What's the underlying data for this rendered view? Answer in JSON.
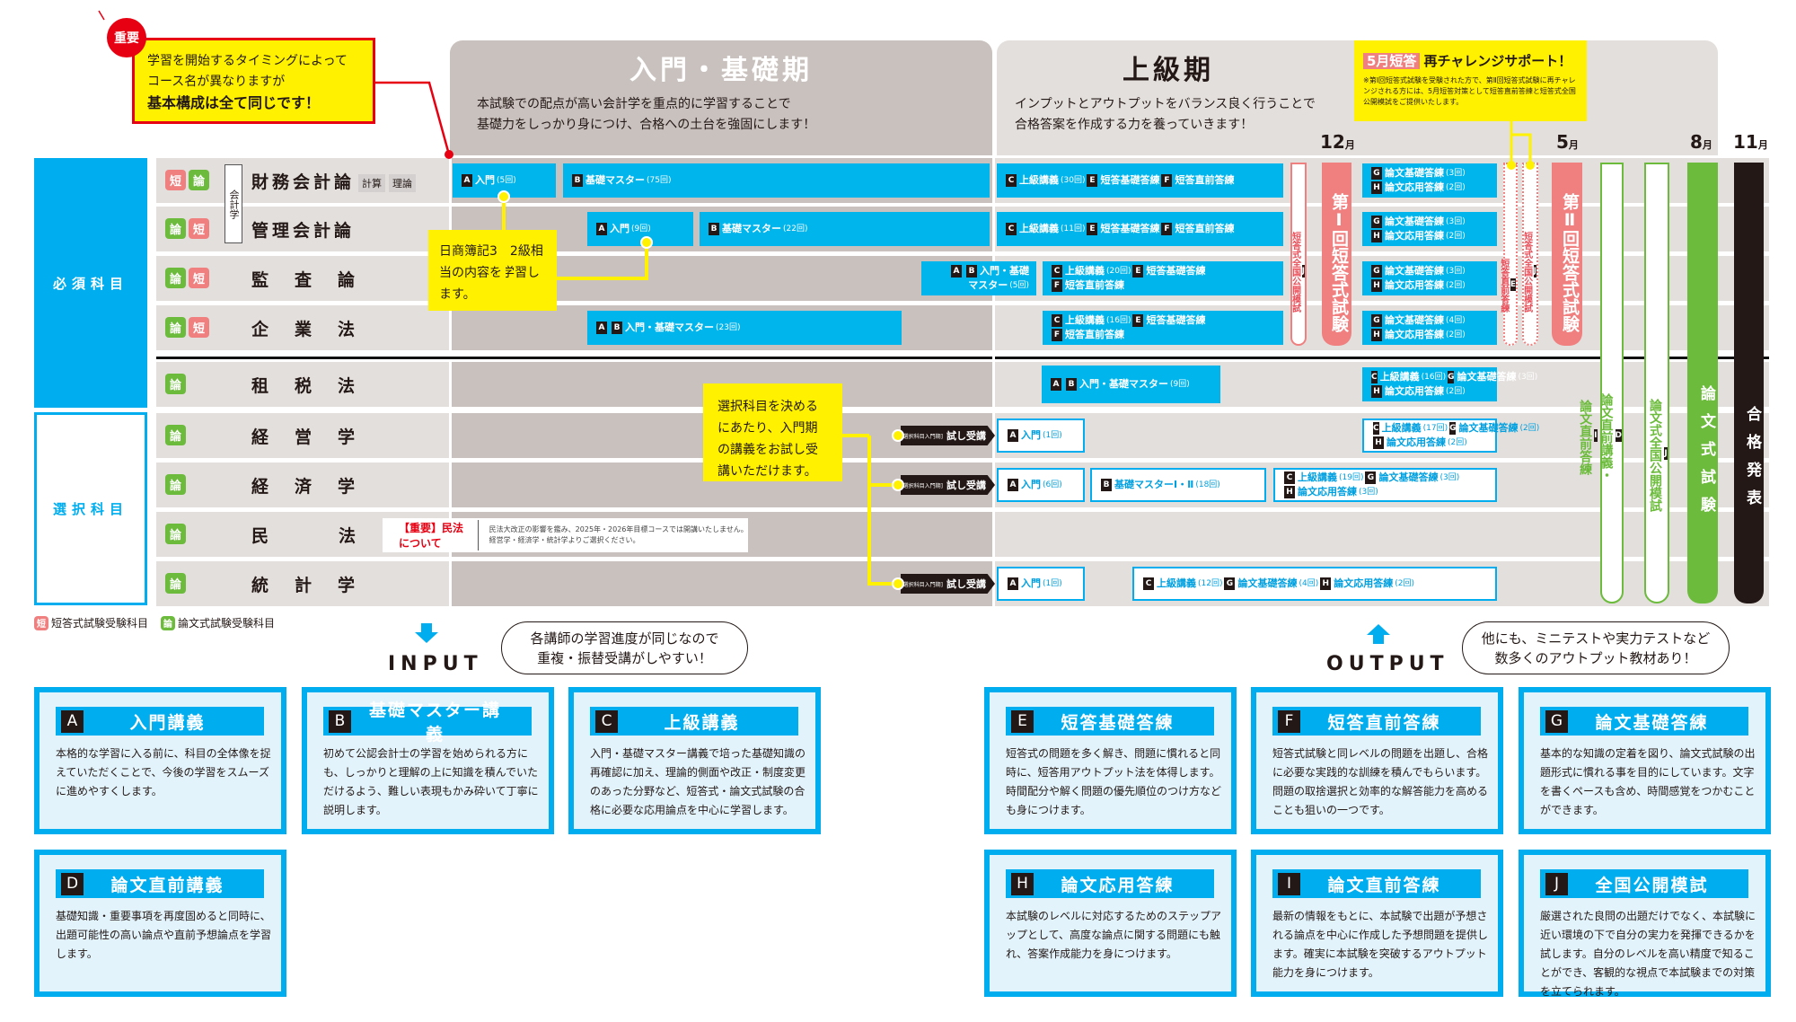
{
  "important_callout": {
    "badge": "重要",
    "line1": "学習を開始するタイミングによって",
    "line2": "コース名が異なりますが",
    "line3": "基本構成は全て同じです！"
  },
  "phases": {
    "intro": {
      "title": "入門・基礎期",
      "desc1": "本試験での配点が高い会計学を重点的に学習することで",
      "desc2": "基礎力をしっかり身につけ、合格への土台を強固にします！"
    },
    "advanced": {
      "title": "上級期",
      "desc1": "インプットとアウトプットをバランス良く行うことで",
      "desc2": "合格答案を作成する力を養っていきます！"
    }
  },
  "support": {
    "tag": "5月短答",
    "title": "再チャレンジサポート！",
    "note": "※第Ⅰ回短答式試験を受験された方で、第Ⅱ回短答式試験に再チャレンジされる方には、5月短答対策として短答直前答練と短答式全国公開模試をご提供いたします。"
  },
  "months": [
    {
      "num": "12",
      "unit": "月"
    },
    {
      "num": "5",
      "unit": "月"
    },
    {
      "num": "8",
      "unit": "月"
    },
    {
      "num": "11",
      "unit": "月"
    }
  ],
  "categories": {
    "required": "必須科目",
    "elective": "選択科目"
  },
  "accounting_group": "会計学",
  "subjects": [
    {
      "name": "財務会計論",
      "tags": [
        "短",
        "論"
      ],
      "subs": [
        "計算",
        "理論"
      ]
    },
    {
      "name": "管理会計論",
      "tags": [
        "論",
        "短"
      ]
    },
    {
      "name": "監査論",
      "tags": [
        "論",
        "短"
      ]
    },
    {
      "name": "企業法",
      "tags": [
        "論",
        "短"
      ]
    },
    {
      "name": "租税法",
      "tags": [
        "論"
      ]
    },
    {
      "name": "経営学",
      "tags": [
        "論"
      ]
    },
    {
      "name": "経済学",
      "tags": [
        "論"
      ]
    },
    {
      "name": "民法",
      "tags": [
        "論"
      ]
    },
    {
      "name": "統計学",
      "tags": [
        "論"
      ]
    }
  ],
  "bars": [
    {
      "lines": [
        [
          {
            "k": "A",
            "t": "入門",
            "n": "(5回)"
          }
        ]
      ]
    },
    {
      "lines": [
        [
          {
            "k": "B",
            "t": "基礎マスター",
            "n": "(75回)"
          }
        ]
      ]
    },
    {
      "lines": [
        [
          {
            "k": "C",
            "t": "上級講義",
            "n": "(30回)"
          },
          {
            "k": "E",
            "t": "短答基礎答練"
          },
          {
            "k": "F",
            "t": "短答直前答練"
          }
        ]
      ]
    },
    {
      "lines": [
        [
          {
            "k": "G",
            "t": "論文基礎答練",
            "n": "(3回)"
          }
        ],
        [
          {
            "k": "H",
            "t": "論文応用答練",
            "n": "(2回)"
          }
        ]
      ]
    },
    {
      "lines": [
        [
          {
            "k": "A",
            "t": "入門",
            "n": "(9回)"
          }
        ]
      ]
    },
    {
      "lines": [
        [
          {
            "k": "B",
            "t": "基礎マスター",
            "n": "(22回)"
          }
        ]
      ]
    },
    {
      "lines": [
        [
          {
            "k": "C",
            "t": "上級講義",
            "n": "(11回)"
          },
          {
            "k": "E",
            "t": "短答基礎答練"
          },
          {
            "k": "F",
            "t": "短答直前答練"
          }
        ]
      ]
    },
    {
      "lines": [
        [
          {
            "k": "G",
            "t": "論文基礎答練",
            "n": "(3回)"
          }
        ],
        [
          {
            "k": "H",
            "t": "論文応用答練",
            "n": "(2回)"
          }
        ]
      ]
    },
    {
      "lines": [
        [
          {
            "k": "A"
          },
          {
            "k": "B",
            "t": "入門・基礎"
          }
        ],
        [
          {
            "t": "マスター",
            "n": "(5回)"
          }
        ]
      ]
    },
    {
      "lines": [
        [
          {
            "k": "C",
            "t": "上級講義",
            "n": "(20回)"
          },
          {
            "k": "E",
            "t": "短答基礎答練"
          }
        ],
        [
          {
            "k": "F",
            "t": "短答直前答練"
          }
        ]
      ]
    },
    {
      "lines": [
        [
          {
            "k": "G",
            "t": "論文基礎答練",
            "n": "(3回)"
          }
        ],
        [
          {
            "k": "H",
            "t": "論文応用答練",
            "n": "(2回)"
          }
        ]
      ]
    },
    {
      "lines": [
        [
          {
            "k": "A"
          },
          {
            "k": "B",
            "t": "入門・基礎マスター",
            "n": "(23回)"
          }
        ]
      ]
    },
    {
      "lines": [
        [
          {
            "k": "C",
            "t": "上級講義",
            "n": "(16回)"
          },
          {
            "k": "E",
            "t": "短答基礎答練"
          }
        ],
        [
          {
            "k": "F",
            "t": "短答直前答練"
          }
        ]
      ]
    },
    {
      "lines": [
        [
          {
            "k": "G",
            "t": "論文基礎答練",
            "n": "(4回)"
          }
        ],
        [
          {
            "k": "H",
            "t": "論文応用答練",
            "n": "(2回)"
          }
        ]
      ]
    },
    {
      "lines": [
        [
          {
            "k": "A"
          },
          {
            "k": "B",
            "t": "入門・基礎マスター",
            "n": "(9回)"
          }
        ]
      ]
    },
    {
      "lines": [
        [
          {
            "k": "C",
            "t": "上級講義",
            "n": "(16回)"
          },
          {
            "k": "G",
            "t": "論文基礎答練",
            "n": "(3回)"
          }
        ],
        [
          {
            "k": "H",
            "t": "論文応用答練",
            "n": "(2回)"
          }
        ]
      ]
    },
    {
      "lines": [
        [
          {
            "k": "A",
            "t": "入門",
            "n": "(1回)"
          }
        ]
      ]
    },
    {
      "lines": [
        [
          {
            "k": "C",
            "t": "上級講義",
            "n": "(17回)"
          },
          {
            "k": "G",
            "t": "論文基礎答練",
            "n": "(2回)"
          }
        ],
        [
          {
            "k": "H",
            "t": "論文応用答練",
            "n": "(2回)"
          }
        ]
      ]
    },
    {
      "lines": [
        [
          {
            "k": "A",
            "t": "入門",
            "n": "(6回)"
          }
        ]
      ]
    },
    {
      "lines": [
        [
          {
            "k": "B",
            "t": "基礎マスターⅠ・Ⅱ",
            "n": "(18回)"
          }
        ]
      ]
    },
    {
      "lines": [
        [
          {
            "k": "C",
            "t": "上級講義",
            "n": "(19回)"
          },
          {
            "k": "G",
            "t": "論文基礎答練",
            "n": "(3回)"
          }
        ],
        [
          {
            "k": "H",
            "t": "論文応用答練",
            "n": "(3回)"
          }
        ]
      ]
    },
    {
      "lines": [
        [
          {
            "k": "A",
            "t": "入門",
            "n": "(1回)"
          }
        ]
      ]
    },
    {
      "lines": [
        [
          {
            "k": "C",
            "t": "上級講義",
            "n": "(12回)"
          },
          {
            "k": "G",
            "t": "論文基礎答練",
            "n": "(4回)"
          },
          {
            "k": "H",
            "t": "論文応用答練",
            "n": "(2回)"
          }
        ]
      ]
    }
  ],
  "milestones": [
    {
      "k": "J",
      "t": "短答式全国公開模試"
    },
    {
      "t": "第Ⅰ回短答式試験"
    },
    {
      "k": "E",
      "t": "短答直前答練"
    },
    {
      "k": "J",
      "t": "短答式全国公開模試"
    },
    {
      "t": "第Ⅱ回短答式試験"
    },
    {
      "k": "D",
      "t": "論文直前講義・",
      "k2": "I",
      "t2": "論文直前答練"
    },
    {
      "k": "J",
      "t": "論文式全国公開模試"
    },
    {
      "t": "論文式試験"
    },
    {
      "t": "合格発表"
    }
  ],
  "notes": {
    "boki": "日商簿記3・2級相当の内容を学習します。",
    "trial": "選択科目を決めるにあたり、入門期の講義をお試し受講いただけます。",
    "trial_tag_small": "[選択科目入門期]",
    "trial_tag": "試し受講",
    "civil_title": "【重要】民法について",
    "civil_body": "民法大改正の影響を鑑み、2025年・2026年目標コースでは開講いたしません。経営学・経済学・統計学よりご選択ください。"
  },
  "legend": [
    {
      "tag": "短",
      "label": "短答式試験受験科目"
    },
    {
      "tag": "論",
      "label": "論文式試験受験科目"
    }
  ],
  "input": {
    "label": "INPUT",
    "bubble1": "各講師の学習進度が同じなので",
    "bubble2": "重複・振替受講がしやすい！"
  },
  "output": {
    "label": "OUTPUT",
    "bubble1": "他にも、ミニテストや実力テストなど",
    "bubble2": "数多くのアウトプット教材あり！"
  },
  "cards": [
    {
      "k": "A",
      "title": "入門講義",
      "desc": "本格的な学習に入る前に、科目の全体像を捉えていただくことで、今後の学習をスムーズに進めやすくします。"
    },
    {
      "k": "B",
      "title": "基礎マスター講義",
      "desc": "初めて公認会計士の学習を始められる方にも、しっかりと理解の上に知識を積んでいただけるよう、難しい表現もかみ砕いて丁寧に説明します。"
    },
    {
      "k": "C",
      "title": "上級講義",
      "desc": "入門・基礎マスター講義で培った基礎知識の再確認に加え、理論的側面や改正・制度変更のあった分野など、短答式・論文式試験の合格に必要な応用論点を中心に学習します。"
    },
    {
      "k": "D",
      "title": "論文直前講義",
      "desc": "基礎知識・重要事項を再度固めると同時に、出題可能性の高い論点や直前予想論点を学習します。"
    },
    {
      "k": "E",
      "title": "短答基礎答練",
      "desc": "短答式の問題を多く解き、問題に慣れると同時に、短答用アウトプット法を体得します。時間配分や解く問題の優先順位のつけ方なども身につけます。"
    },
    {
      "k": "F",
      "title": "短答直前答練",
      "desc": "短答式試験と同レベルの問題を出題し、合格に必要な実践的な訓練を積んでもらいます。問題の取捨選択と効率的な解答能力を高めることも狙いの一つです。"
    },
    {
      "k": "G",
      "title": "論文基礎答練",
      "desc": "基本的な知識の定着を図り、論文式試験の出題形式に慣れる事を目的にしています。文字を書くペースも含め、時間感覚をつかむことができます。"
    },
    {
      "k": "H",
      "title": "論文応用答練",
      "desc": "本試験のレベルに対応するためのステップアップとして、高度な論点に関する問題にも触れ、答案作成能力を身につけます。"
    },
    {
      "k": "I",
      "title": "論文直前答練",
      "desc": "最新の情報をもとに、本試験で出題が予想される論点を中心に作成した予想問題を提供します。確実に本試験を突破するアウトプット能力を身につけます。"
    },
    {
      "k": "J",
      "title": "全国公開模試",
      "desc": "厳選された良問の出題だけでなく、本試験に近い環境の下で自分の実力を発揮できるかを試します。自分のレベルを高い精度で知ることができ、客観的な視点で本試験までの対策を立てられます。"
    }
  ],
  "colors": {
    "accent": "#00aeef",
    "short_exam": "#f08080",
    "essay": "#6cbb3c",
    "highlight": "#fff100",
    "important": "#e60012"
  }
}
